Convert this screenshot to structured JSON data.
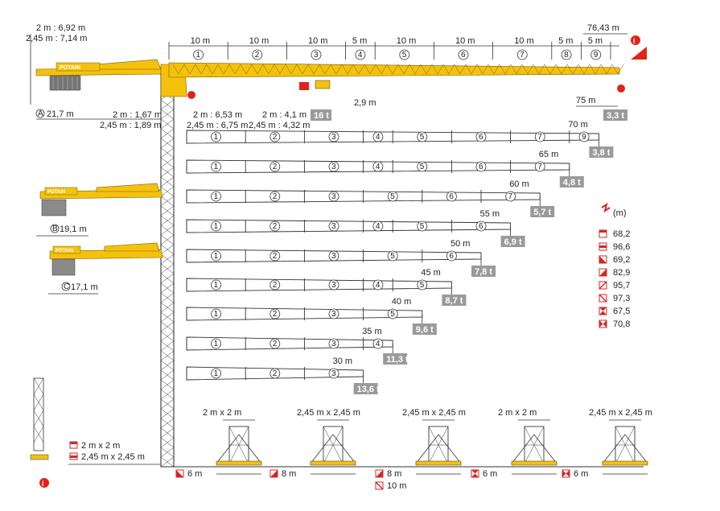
{
  "top": {
    "ct_height_2m": "2 m : 6,92 m",
    "ct_height_245m": "2,45 m : 7,14 m",
    "total_radius": "76,43 m",
    "segments": [
      {
        "len": "10 m",
        "num": "1"
      },
      {
        "len": "10 m",
        "num": "2"
      },
      {
        "len": "10 m",
        "num": "3"
      },
      {
        "len": "5 m",
        "num": "4"
      },
      {
        "len": "10 m",
        "num": "5"
      },
      {
        "len": "10 m",
        "num": "6"
      },
      {
        "len": "10 m",
        "num": "7"
      },
      {
        "len": "5 m",
        "num": "8"
      },
      {
        "len": "5 m",
        "num": "9"
      }
    ],
    "tip_radius": "75 m",
    "tip_load": "3,3 t",
    "trolley_load": "16 t",
    "trolley_dist": "2,9 m",
    "counterjib_A": "21,7 m",
    "counterjib_A_letter": "A",
    "cj_dim_2m": "2 m : 1,67 m",
    "cj_dim_245m": "2,45 m : 1,89 m",
    "pivot_2m": "2 m : 6,53 m",
    "pivot_245m": "2,45 m : 6,75 m",
    "trolley_2m": "2 m : 4,1 m",
    "trolley_245m": "2,45 m : 4,32 m"
  },
  "configs": [
    {
      "radius": "70 m",
      "segs": [
        "1",
        "2",
        "3",
        "4",
        "5",
        "6",
        "7",
        "9"
      ],
      "load": "3,8 t"
    },
    {
      "radius": "65 m",
      "segs": [
        "1",
        "2",
        "3",
        "4",
        "5",
        "6",
        "7"
      ],
      "load": "4,8 t"
    },
    {
      "radius": "60 m",
      "segs": [
        "1",
        "2",
        "3",
        "5",
        "6",
        "7"
      ],
      "load": "5,7 t"
    },
    {
      "radius": "55 m",
      "segs": [
        "1",
        "2",
        "3",
        "4",
        "5",
        "6"
      ],
      "load": "6,9 t"
    },
    {
      "radius": "50 m",
      "segs": [
        "1",
        "2",
        "3",
        "5",
        "6"
      ],
      "load": "7,8 t"
    },
    {
      "radius": "45 m",
      "segs": [
        "1",
        "2",
        "3",
        "4",
        "5"
      ],
      "load": "8,7 t"
    },
    {
      "radius": "40 m",
      "segs": [
        "1",
        "2",
        "3",
        "5"
      ],
      "load": "9,6 t"
    },
    {
      "radius": "35 m",
      "segs": [
        "1",
        "2",
        "3",
        "4"
      ],
      "load": "11,3 t"
    },
    {
      "radius": "30 m",
      "segs": [
        "1",
        "2",
        "3"
      ],
      "load": "13,6 t"
    }
  ],
  "counterjibs": [
    {
      "letter": "B",
      "radius": "19,1 m"
    },
    {
      "letter": "C",
      "radius": "17,1 m"
    }
  ],
  "height_legend": {
    "unit": "(m)",
    "rows": [
      "68,2",
      "96,6",
      "69,2",
      "82,9",
      "95,7",
      "97,3",
      "67,5",
      "70,8"
    ]
  },
  "mast_legend": {
    "row1": "2 m x 2 m",
    "row2": "2,45 m x 2,45 m"
  },
  "bases": [
    {
      "top": "2 m x 2 m",
      "bottom": [
        "6 m"
      ]
    },
    {
      "top": "2,45 m x 2,45 m",
      "bottom": [
        "8 m"
      ]
    },
    {
      "top": "2,45 m x 2,45 m",
      "bottom": [
        "8 m",
        "10 m"
      ]
    },
    {
      "top": "2 m x 2 m",
      "bottom": [
        "6 m"
      ]
    },
    {
      "top": "2,45 m x 2,45 m",
      "bottom": [
        "6 m"
      ]
    }
  ],
  "brand": "POTAIN",
  "colors": {
    "crane": "#f4c20d",
    "tag": "#9a9a9a",
    "alert": "#e2231a",
    "legend": "#d62728"
  }
}
